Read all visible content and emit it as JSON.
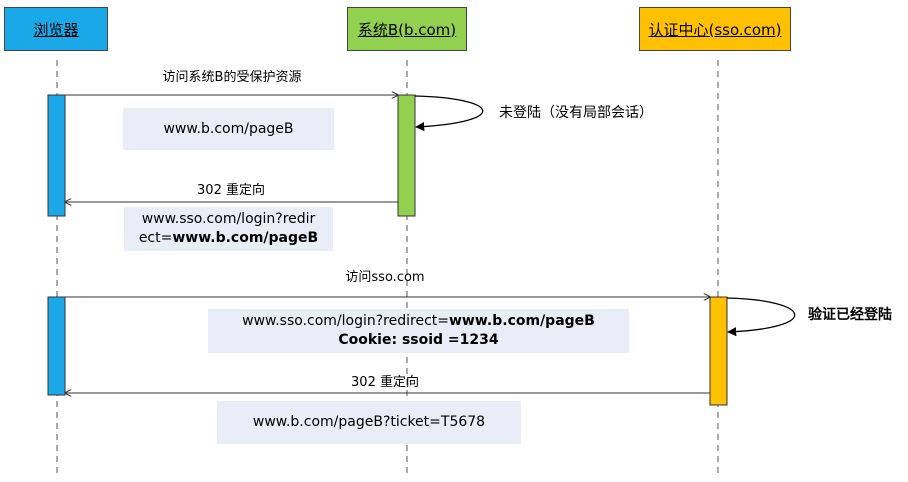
{
  "actors": {
    "browser": {
      "label": "浏览器",
      "color": "#1aa8e8"
    },
    "system_b": {
      "label": "系统B(b.com)",
      "color": "#92d050"
    },
    "sso": {
      "label": "认证中心(sso.com)",
      "color": "#ffc000"
    }
  },
  "messages": {
    "m1": "访问系统B的受保护资源",
    "m2": "302 重定向",
    "m3": "访问sso.com",
    "m4": "302 重定向"
  },
  "self_notes": {
    "system_b": "未登陆（没有局部会话）",
    "sso": "验证已经登陆"
  },
  "notes": {
    "n1": "www.b.com/pageB",
    "n2_a": "www.sso.com/login?redir",
    "n2_b_prefix": "ect=",
    "n2_b_bold": "www.b.com/pageB",
    "n3_a_prefix": "www.sso.com/login?redirect=",
    "n3_a_bold": "www.b.com/pageB",
    "n3_b": "Cookie: ssoid =1234",
    "n4": "www.b.com/pageB?ticket=T5678"
  },
  "colors": {
    "note_bg": "#e8edf8",
    "line": "#333333"
  }
}
